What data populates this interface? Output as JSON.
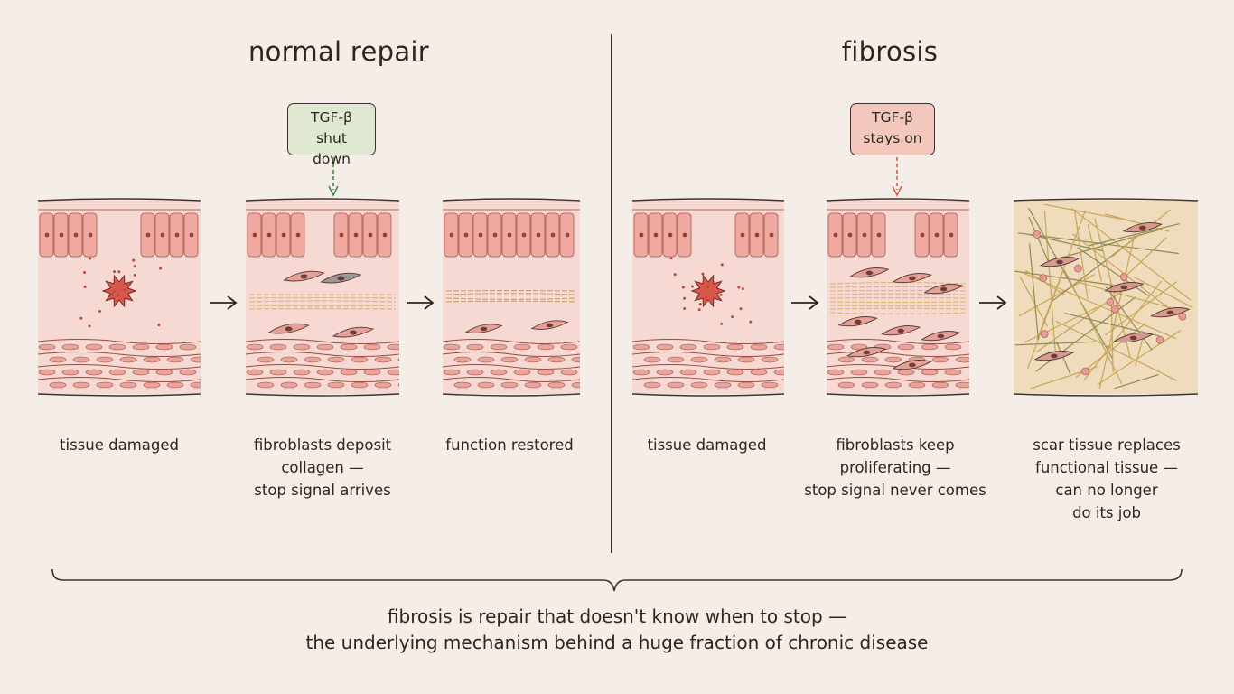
{
  "left_section": {
    "title": "normal repair",
    "signal": {
      "line1": "TGF-β",
      "line2": "shut down",
      "color": "#dfe8d0",
      "arrow_color": "#3f8a4a"
    },
    "steps": [
      {
        "caption": [
          "tissue damaged"
        ]
      },
      {
        "caption": [
          "fibroblasts deposit",
          "collagen —",
          "stop signal arrives"
        ]
      },
      {
        "caption": [
          "function restored"
        ]
      }
    ]
  },
  "right_section": {
    "title": "fibrosis",
    "signal": {
      "line1": "TGF-β",
      "line2": "stays on",
      "color": "#f4c7bd",
      "arrow_color": "#d9604a"
    },
    "steps": [
      {
        "caption": [
          "tissue damaged"
        ]
      },
      {
        "caption": [
          "fibroblasts keep",
          "proliferating —",
          "stop signal never comes"
        ]
      },
      {
        "caption": [
          "scar tissue replaces",
          "functional tissue —",
          "can no longer",
          "do its job"
        ]
      }
    ]
  },
  "summary": {
    "line1": "fibrosis is repair that doesn't know when to stop —",
    "line2": "the underlying mechanism behind a huge fraction of chronic disease"
  },
  "colors": {
    "background": "#f5eee8",
    "tissue_pink": "#f2c3bb",
    "cell_fill": "#f0a9a0",
    "collagen": "#d9b56a",
    "ink": "#3b3430"
  }
}
